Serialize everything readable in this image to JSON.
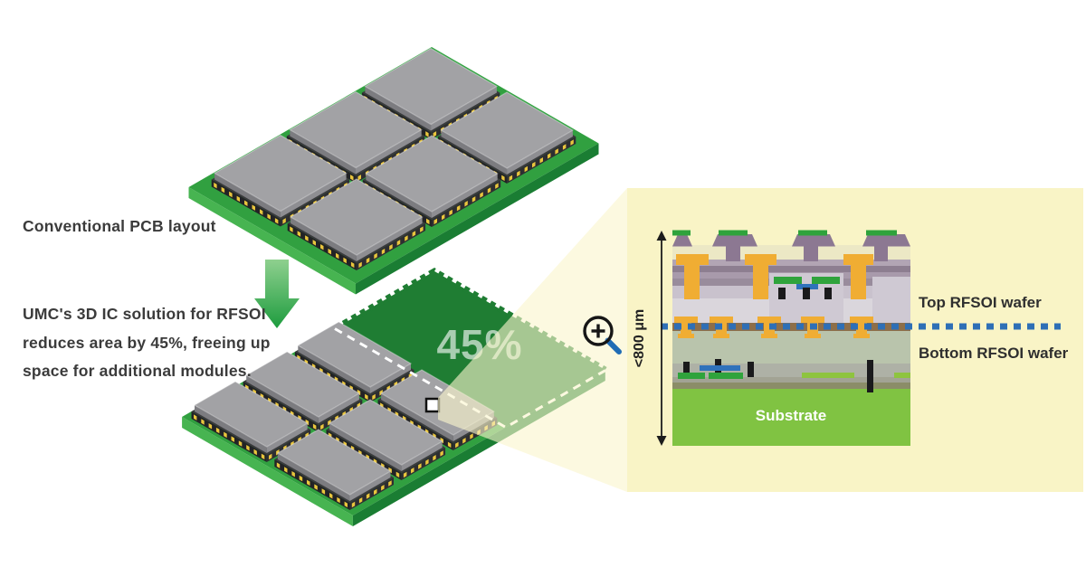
{
  "left_panel": {
    "caption": "Conventional PCB layout",
    "description_lines": [
      "UMC's 3D IC solution for RFSOI",
      "reduces area by 45%, freeing up",
      "space for additional modules."
    ]
  },
  "pcb": {
    "area_saving_label": "45%"
  },
  "cross_section": {
    "dimension_label": "<800 μm",
    "top_wafer_label": "Top RFSOI wafer",
    "bottom_wafer_label": "Bottom RFSOI wafer",
    "substrate_label": "Substrate"
  },
  "icons": {
    "zoom_in": "magnifying-glass-plus"
  },
  "colors": {
    "pcb_green_top": "#31a040",
    "pcb_green_light_side": "#47b451",
    "pcb_green_dark_side": "#1a7d33",
    "saved_area_green": "#1f7d33",
    "arrow_green": "#22a043",
    "beam_yellow": "#f9f4c6",
    "panel_yellow": "#f9f4c6",
    "dashed_line_blue": "#2e6fb6",
    "via_yellow": "#f0ad33",
    "metal_mauve": "#8c7892",
    "substrate_green": "#80c342",
    "chip_gray": "#a2a2a5",
    "pin_yellow": "#e9c63d",
    "text_dark": "#3b3b3b"
  }
}
